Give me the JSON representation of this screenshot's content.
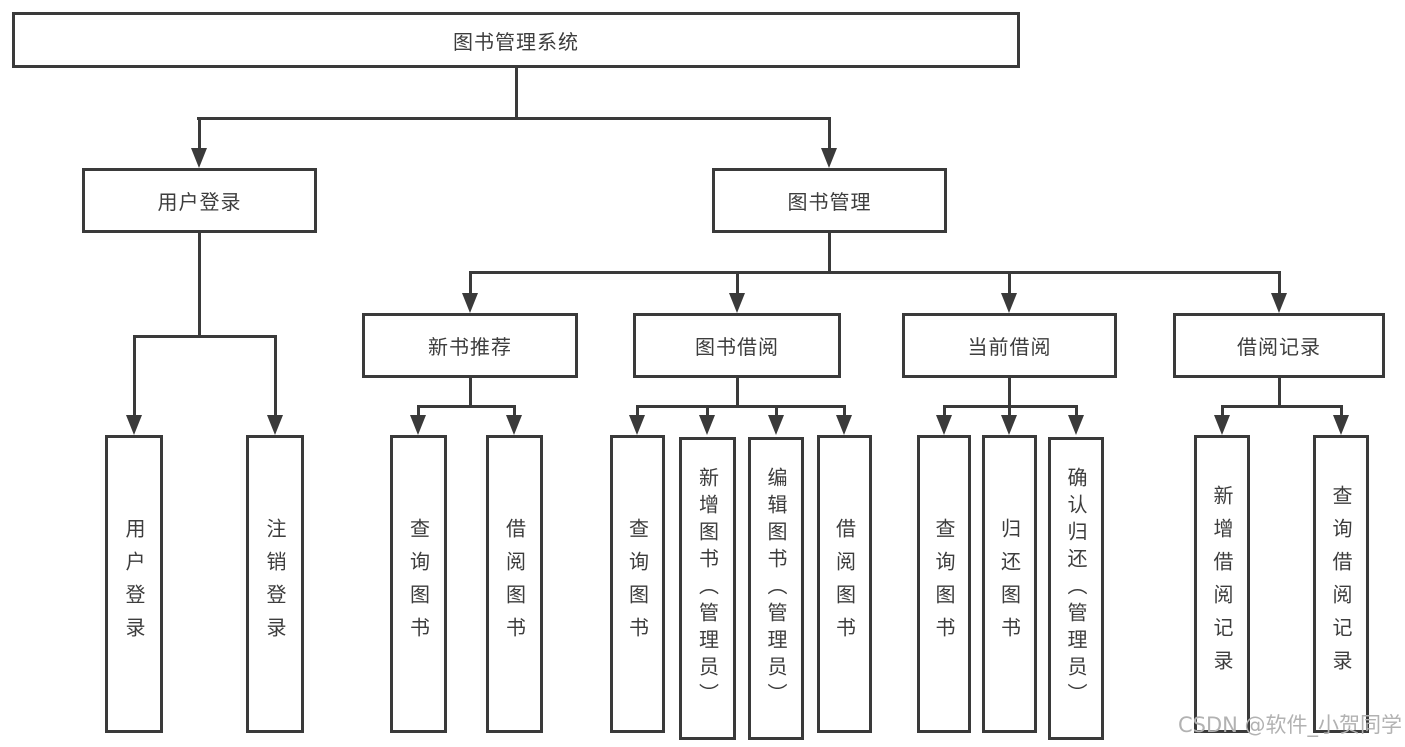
{
  "nodes": {
    "root": "图书管理系统",
    "user_login": "用户登录",
    "book_mgmt": "图书管理",
    "new_book": "新书推荐",
    "book_borrow": "图书借阅",
    "current_borrow": "当前借阅",
    "borrow_record": "借阅记录"
  },
  "leaves": {
    "user_login": "用户登录",
    "logout": "注销登录",
    "query_book_1": "查询图书",
    "borrow_book_1": "借阅图书",
    "query_book_2": "查询图书",
    "add_book": "新增图书（管理员）",
    "edit_book": "编辑图书（管理员）",
    "borrow_book_2": "借阅图书",
    "query_book_3": "查询图书",
    "return_book": "归还图书",
    "confirm_return": "确认归还（管理员）",
    "add_record": "新增借阅记录",
    "query_record": "查询借阅记录"
  },
  "watermark": "CSDN @软件_小贺同学",
  "colors": {
    "line": "#3a3a3a",
    "text": "#3d3d3d",
    "watermark": "#b2b2b2",
    "background": "#ffffff"
  }
}
